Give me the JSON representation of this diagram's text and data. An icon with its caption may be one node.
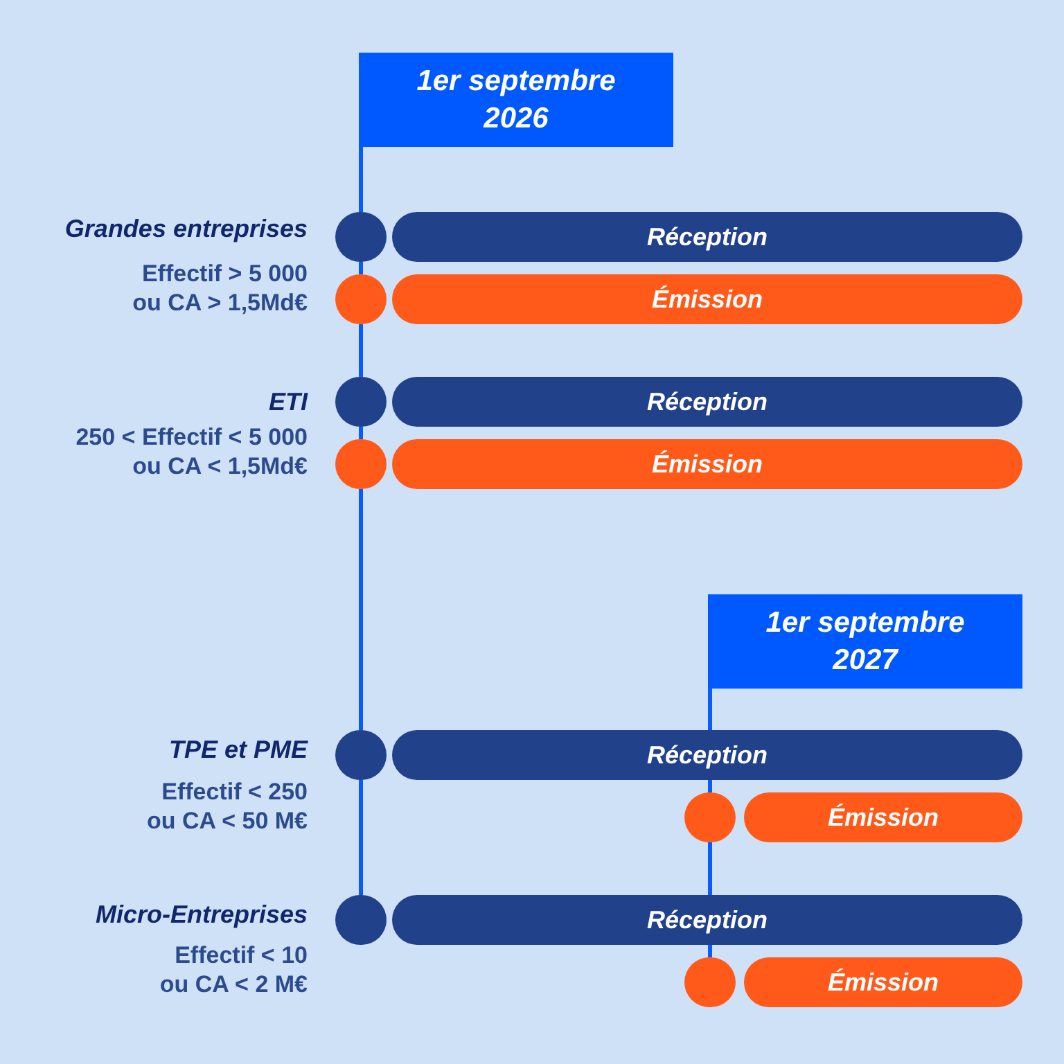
{
  "diagram": {
    "nodes": [
      {
        "text": [
          "1er septembre 2026"
        ]
      },
      {
        "text": [],
        "shape": "circle"
      },
      {
        "text": [
          "Réception"
        ]
      },
      {
        "text": [],
        "shape": "circle"
      },
      {
        "text": [
          "Émission"
        ]
      },
      {
        "text": [],
        "shape": "circle"
      },
      {
        "text": [
          "Réception"
        ]
      },
      {
        "text": [],
        "shape": "circle"
      },
      {
        "text": [
          "Émission"
        ]
      },
      {
        "text": [
          "1er septembre 2027"
        ]
      },
      {
        "text": [],
        "shape": "circle"
      },
      {
        "text": [
          "Réception"
        ]
      },
      {
        "text": [],
        "shape": "circle"
      },
      {
        "text": [
          "Émission"
        ]
      },
      {
        "text": [],
        "shape": "circle"
      },
      {
        "text": [
          "Réception"
        ]
      },
      {
        "text": [],
        "shape": "circle"
      },
      {
        "text": [
          "Émission"
        ]
      }
    ],
    "edges": [
      {
        "from": 0,
        "to": 1,
        "arrow": "none"
      },
      {
        "from": 1,
        "to": 3,
        "arrow": "none"
      },
      {
        "from": 3,
        "to": 5,
        "arrow": "none"
      },
      {
        "from": 5,
        "to": 7,
        "arrow": "none"
      },
      {
        "from": 7,
        "to": 10,
        "arrow": "none"
      },
      {
        "from": 10,
        "to": 14,
        "arrow": "none"
      },
      {
        "from": 9,
        "to": 11,
        "arrow": "none"
      },
      {
        "from": 11,
        "to": 12,
        "arrow": "none"
      },
      {
        "from": 12,
        "to": 15,
        "arrow": "none"
      },
      {
        "from": 15,
        "to": 16,
        "arrow": "none"
      }
    ],
    "labels": [
      "Grandes entreprises",
      "Effectif > 5 000 ou CA > 1,5Md€",
      "ETI",
      "250 < Effectif < 5 000 ou CA < 1,5Md€",
      "TPE et PME",
      "Effectif < 250 ou CA < 50 M€",
      "Micro-Entreprises",
      "Effectif < 10 ou CA < 2 M€"
    ]
  }
}
